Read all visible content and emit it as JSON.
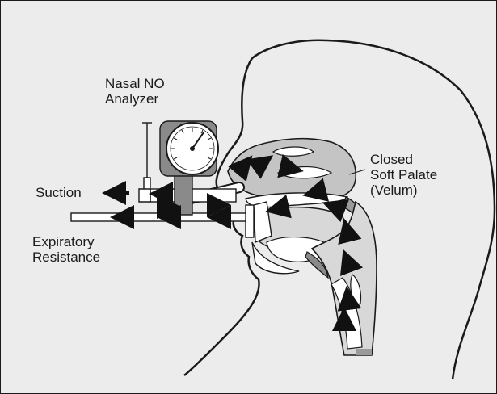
{
  "labels": {
    "analyzer": [
      "Nasal NO",
      "Analyzer"
    ],
    "suction": "Suction",
    "resistance": [
      "Expiratory",
      "Resistance"
    ],
    "palate": [
      "Closed",
      "Soft Palate",
      "(Velum)"
    ]
  },
  "colors": {
    "background": "#ececec",
    "line": "#1a1a1a",
    "tissue": "#d8d8d8",
    "cavity": "#c4c4c4",
    "device": "#8a8a8a",
    "arrow": "#111111",
    "white": "#ffffff"
  },
  "icons": [
    "pressure-gauge-icon",
    "flow-arrow-icon"
  ]
}
